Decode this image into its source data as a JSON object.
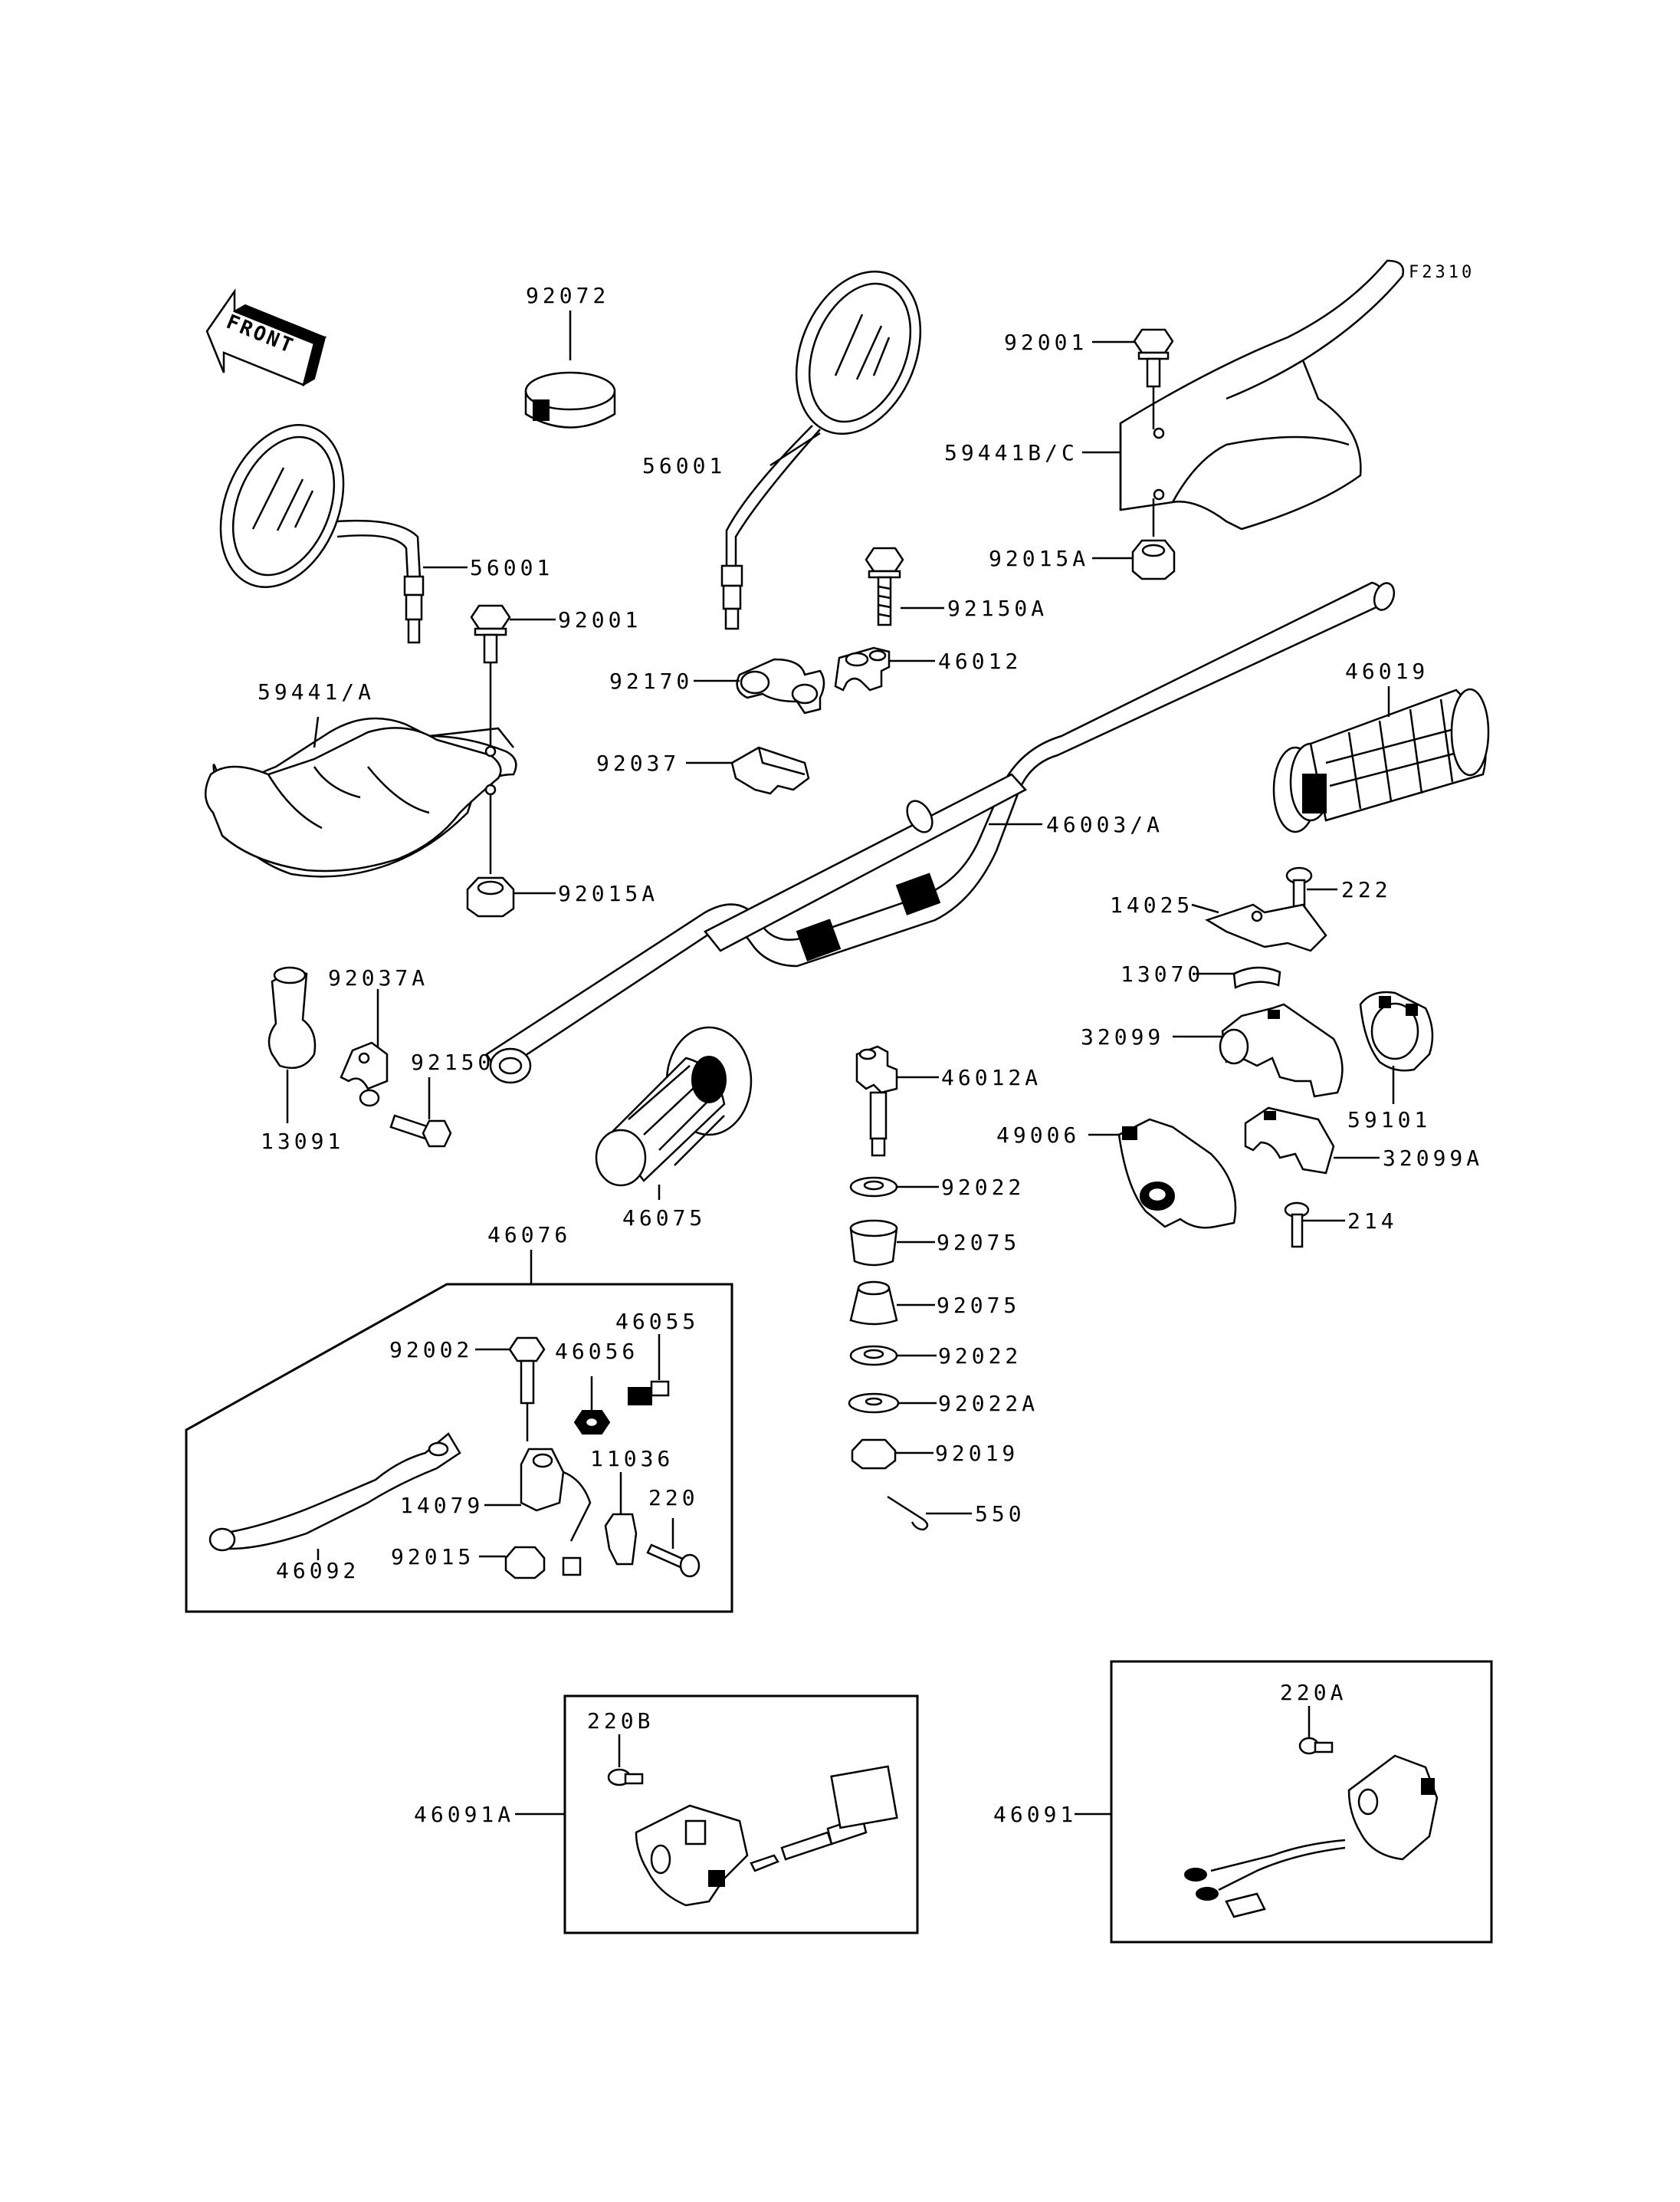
{
  "diagram": {
    "figure_code": "F2310",
    "front_label": "FRONT",
    "labels": {
      "l_92072": "92072",
      "l_56001_center": "56001",
      "l_56001_left": "56001",
      "l_92001_left": "92001",
      "l_59441_A": "59441/A",
      "l_92015A_left": "92015A",
      "l_92037A": "92037A",
      "l_92150": "92150",
      "l_13091": "13091",
      "l_92001_right": "92001",
      "l_59441_BC": "59441B/C",
      "l_92015A_right": "92015A",
      "l_92150A": "92150A",
      "l_92170": "92170",
      "l_46012": "46012",
      "l_92037": "92037",
      "l_46003_A": "46003/A",
      "l_46019": "46019",
      "l_222": "222",
      "l_14025": "14025",
      "l_13070": "13070",
      "l_32099": "32099",
      "l_59101": "59101",
      "l_49006": "49006",
      "l_32099A": "32099A",
      "l_214": "214",
      "l_46012A": "46012A",
      "l_92022_a": "92022",
      "l_92075_a": "92075",
      "l_92075_b": "92075",
      "l_92022_b": "92022",
      "l_92022A": "92022A",
      "l_92019": "92019",
      "l_550": "550",
      "l_46075": "46075",
      "l_46076": "46076",
      "l_92002": "92002",
      "l_46056": "46056",
      "l_46055": "46055",
      "l_11036": "11036",
      "l_220": "220",
      "l_14079": "14079",
      "l_92015": "92015",
      "l_46092": "46092",
      "l_220B": "220B",
      "l_46091A": "46091A",
      "l_220A": "220A",
      "l_46091": "46091"
    }
  }
}
